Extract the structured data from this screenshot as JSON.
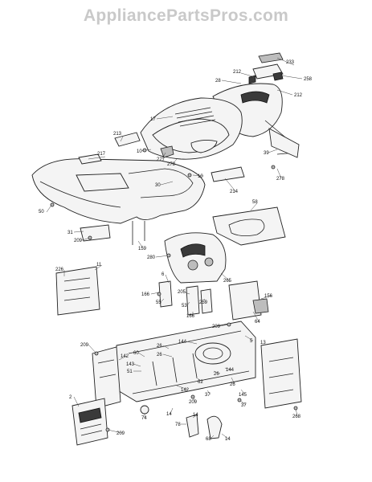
{
  "watermark": "AppliancePartsPros.com",
  "labels": {
    "l233": "233",
    "l212a": "212",
    "l28": "28",
    "l258": "258",
    "l212b": "212",
    "l17": "17",
    "l213": "213",
    "l10a": "10",
    "l217": "217",
    "l277": "277",
    "l278a": "278",
    "l39": "39",
    "l278b": "278",
    "l10b": "10",
    "l30": "30",
    "l214": "214",
    "l58": "58",
    "l50": "50",
    "l31": "31",
    "l209a": "209",
    "l159": "159",
    "l280": "280",
    "l226": "226",
    "l11": "11",
    "l6": "6",
    "l166a": "166",
    "l55": "55",
    "l205": "205",
    "l265": "265",
    "l166b": "166",
    "l53": "53",
    "l259": "259",
    "l156": "156",
    "l64": "64",
    "l209b": "209",
    "l26a": "26",
    "l144a": "144",
    "l5": "5",
    "l13": "13",
    "l209c": "209",
    "l142a": "142",
    "l60": "60",
    "l26b": "26",
    "l143": "143",
    "l51": "51",
    "l144b": "144",
    "l26c": "26",
    "l62": "62",
    "l2": "2",
    "l209d": "209",
    "l142b": "142",
    "l37a": "37",
    "l26d": "26",
    "l145": "145",
    "l37b": "37",
    "l74": "74",
    "l268": "268",
    "l14a": "14",
    "l209e": "209",
    "l14b": "14",
    "l78": "78",
    "l68": "68",
    "l14c": "14"
  }
}
